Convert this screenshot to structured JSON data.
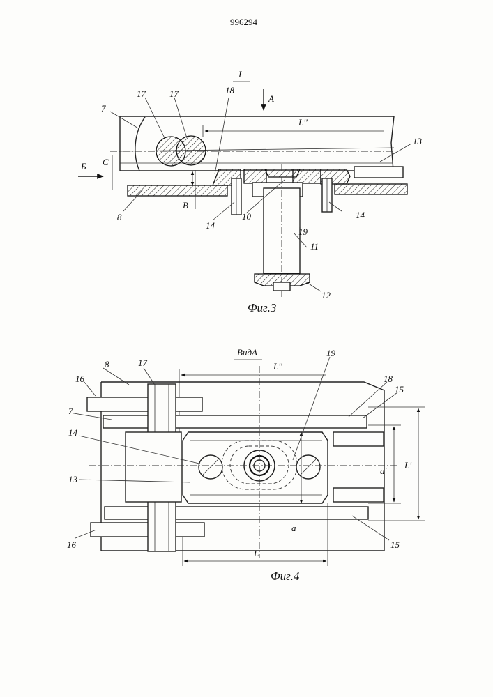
{
  "patent_number": "996294",
  "section_mark": "I",
  "fig3": {
    "caption": "Фиг.3",
    "view_arrow": "А",
    "side_arrow": "Б",
    "dim_c": "С",
    "dim_b": "В",
    "dim_L2": "L''",
    "part_numbers": [
      "17",
      "17",
      "18",
      "7",
      "13",
      "8",
      "14",
      "10",
      "14",
      "19",
      "11",
      "12"
    ]
  },
  "fig4": {
    "caption": "Фиг.4",
    "view_title": "ВидА",
    "dim_L2": "L''",
    "dim_L1": "L'",
    "dim_a1": "а'",
    "dim_a": "а",
    "dim_L": "L",
    "part_numbers": [
      "8",
      "17",
      "19",
      "18",
      "16",
      "15",
      "7",
      "14",
      "13",
      "16",
      "15"
    ]
  }
}
